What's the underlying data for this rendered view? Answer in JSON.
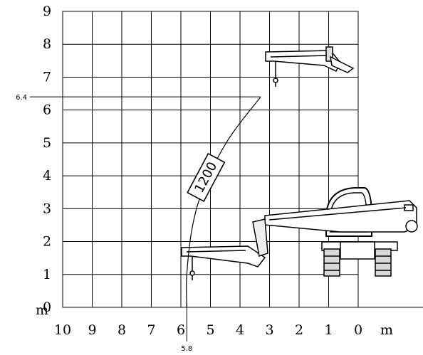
{
  "chart_data": {
    "type": "line",
    "title": "",
    "x_unit": "m",
    "y_unit": "m",
    "xlim": [
      10,
      0
    ],
    "ylim": [
      0,
      9
    ],
    "x_ticks": [
      "10",
      "9",
      "8",
      "7",
      "6",
      "5",
      "4",
      "3",
      "2",
      "1",
      "0"
    ],
    "y_ticks": [
      "0",
      "1",
      "2",
      "3",
      "4",
      "5",
      "6",
      "7",
      "8",
      "9"
    ],
    "grid": true,
    "series": [
      {
        "load_label": "1200",
        "points": [
          {
            "x": 5.8,
            "y": 0.0
          },
          {
            "x": 5.8,
            "y": 1.0
          },
          {
            "x": 5.6,
            "y": 2.5
          },
          {
            "x": 5.2,
            "y": 3.7
          },
          {
            "x": 4.4,
            "y": 5.1
          },
          {
            "x": 3.3,
            "y": 6.4
          }
        ]
      }
    ],
    "markers": {
      "x_marker": {
        "value": 5.8,
        "label": "5.8"
      },
      "y_marker": {
        "value": 6.4,
        "label": "6.4"
      }
    }
  }
}
